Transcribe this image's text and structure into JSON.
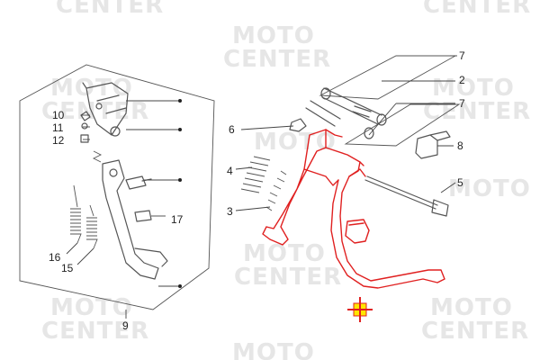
{
  "watermark": {
    "line1": "MOTO",
    "line2": "CENTER"
  },
  "callouts": {
    "c2": "2",
    "c3": "3",
    "c4": "4",
    "c5": "5",
    "c6": "6",
    "c7a": "7",
    "c7b": "7",
    "c8": "8",
    "c9": "9",
    "c10": "10",
    "c11": "11",
    "c12": "12",
    "c15": "15",
    "c16": "16",
    "c17": "17"
  },
  "colors": {
    "highlight": "#e02020",
    "line": "#555555",
    "watermark": "#e6e6e6"
  },
  "icons": {
    "selected_marker": "crosshair-marker-icon"
  }
}
